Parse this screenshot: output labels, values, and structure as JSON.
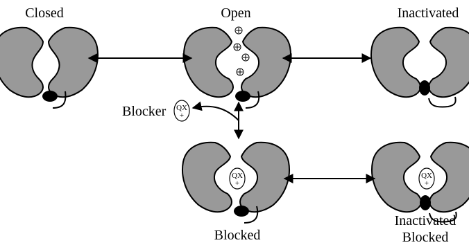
{
  "states": {
    "closed": "Closed",
    "open": "Open",
    "inactivated": "Inactivated",
    "blocked": "Blocked",
    "inactivated_blocked_line1": "Inactivated",
    "inactivated_blocked_line2": "Blocked"
  },
  "blocker": {
    "label": "Blocker",
    "molecule_top": "QX",
    "molecule_charge": "+"
  },
  "colors": {
    "protein_fill": "#999999",
    "outline": "#000000",
    "background": "#ffffff"
  },
  "icons": [
    "positive-ion-icon",
    "qx-blocker-molecule-icon",
    "inactivation-gate-ball-icon",
    "double-headed-arrow-icon"
  ]
}
